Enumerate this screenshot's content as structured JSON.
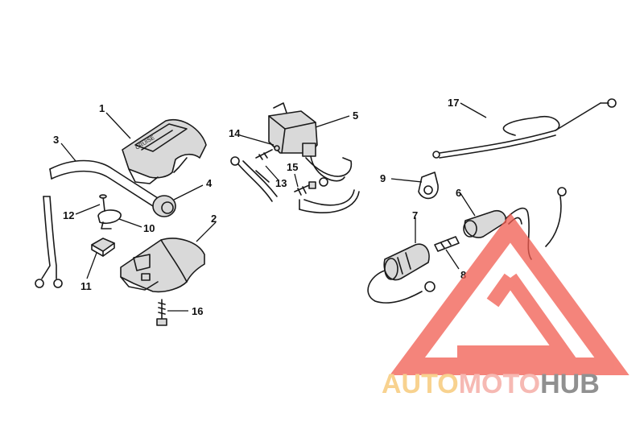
{
  "callouts": [
    "1",
    "2",
    "3",
    "4",
    "5",
    "6",
    "7",
    "8",
    "9",
    "10",
    "11",
    "12",
    "13",
    "14",
    "15",
    "16",
    "17"
  ],
  "watermark": {
    "part1": "AUTO",
    "part2": "MOTO",
    "part3": "HUB",
    "colors": {
      "auto": "#f6c36a",
      "moto": "#f4a29a",
      "hub": "#6b6b6b",
      "triangle": "#f15b4f"
    }
  }
}
